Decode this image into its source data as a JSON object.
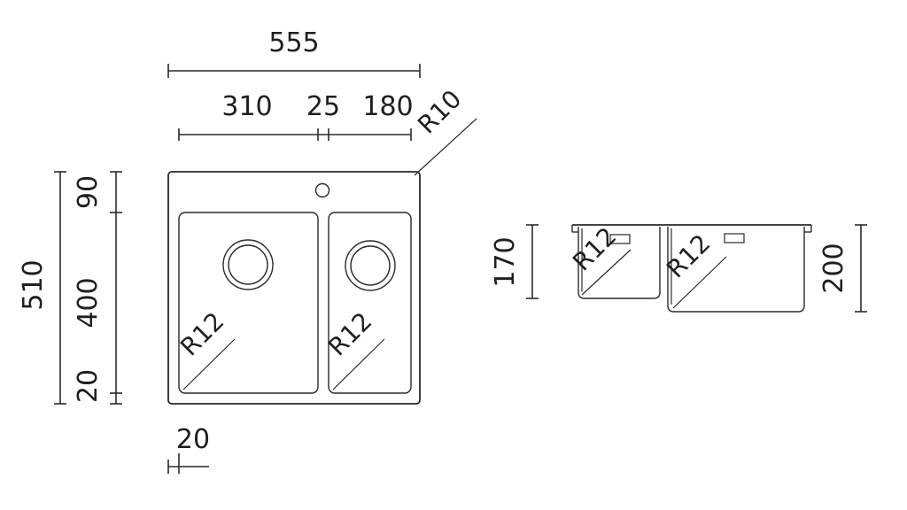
{
  "dimensions": {
    "overall_width": "555",
    "left_bowl_width": "310",
    "divider_width": "25",
    "right_bowl_width": "180",
    "corner_radius_outer": "R10",
    "overall_depth": "510",
    "back_margin": "90",
    "bowl_length": "400",
    "front_margin": "20",
    "side_margin": "20",
    "left_bowl_radius": "R12",
    "right_bowl_radius": "R12",
    "small_bowl_depth": "170",
    "large_bowl_depth": "200",
    "small_bowl_section_radius": "R12",
    "large_bowl_section_radius": "R12"
  }
}
